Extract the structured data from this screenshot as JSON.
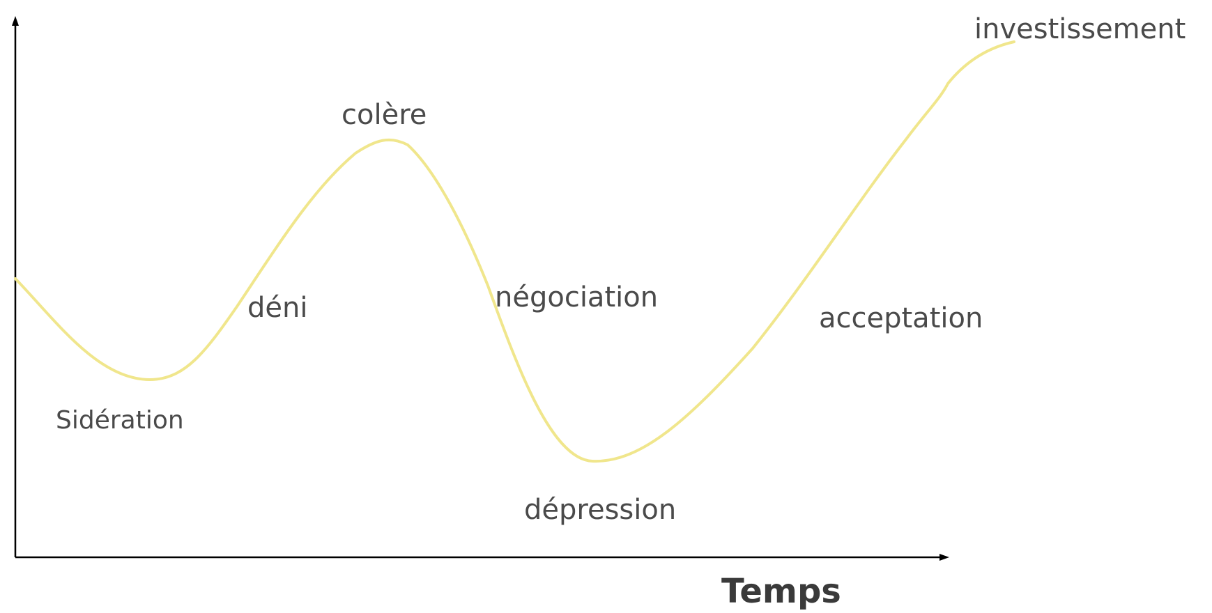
{
  "diagram": {
    "x_axis_label": "Temps",
    "curve_color": "#f0e68c",
    "axis_color": "#000000",
    "label_color": "#4a4a4a",
    "stages": [
      {
        "id": "sideration",
        "label": "Sidération"
      },
      {
        "id": "deni",
        "label": "déni"
      },
      {
        "id": "colere",
        "label": "colère"
      },
      {
        "id": "negociation",
        "label": "négociation"
      },
      {
        "id": "depression",
        "label": "dépression"
      },
      {
        "id": "acceptation",
        "label": "acceptation"
      },
      {
        "id": "investissement",
        "label": "investissement"
      }
    ]
  }
}
